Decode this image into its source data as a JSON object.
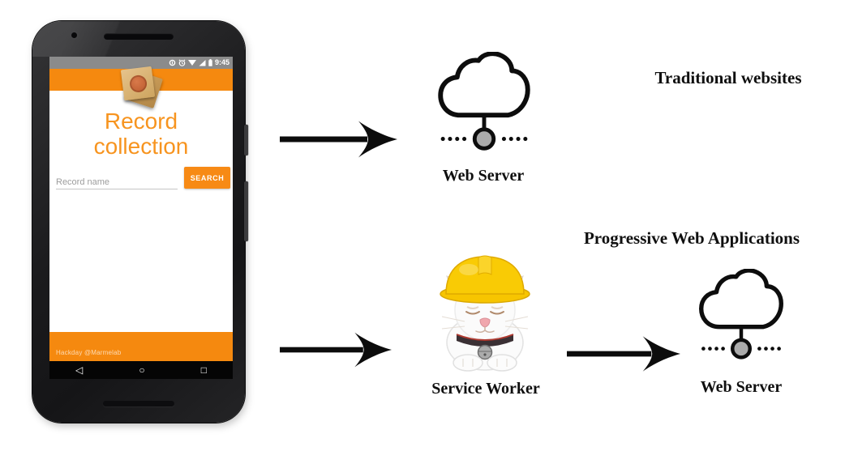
{
  "phone": {
    "status_bar": {
      "time": "9:45",
      "icons": [
        "data-saver-icon",
        "alarm-icon",
        "wifi-icon",
        "signal-icon",
        "battery-icon"
      ]
    },
    "app": {
      "title": "Record collection",
      "search_placeholder": "Record name",
      "search_button": "SEARCH",
      "footer_credit": "Hackday @Marmelab"
    },
    "nav": {
      "back_glyph": "◁",
      "home_glyph": "○",
      "recents_glyph": "□"
    }
  },
  "diagram": {
    "traditional": {
      "heading": "Traditional websites",
      "server_label": "Web Server"
    },
    "pwa": {
      "heading": "Progressive Web Applications",
      "worker_label": "Service Worker",
      "server_label": "Web Server"
    }
  },
  "colors": {
    "app_orange": "#F5890F",
    "title_orange": "#F7941F",
    "status_gray": "#8B8B8B",
    "helmet_yellow": "#F7C500",
    "arrow_black": "#0C0C0C",
    "server_node_gray": "#ABABAB"
  }
}
